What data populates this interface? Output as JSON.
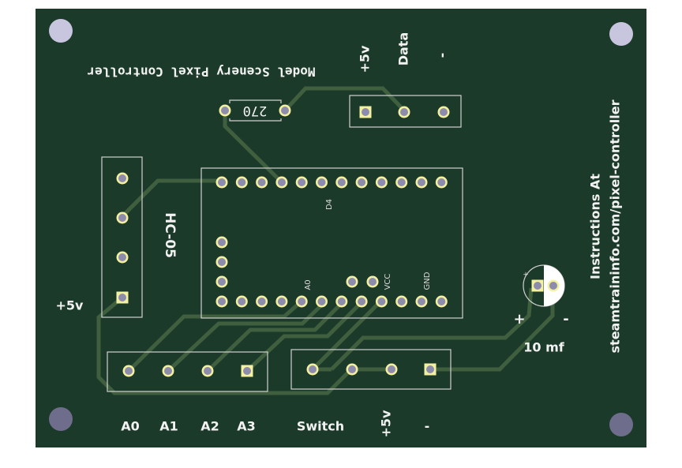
{
  "colors": {
    "board": "#1c3a2a",
    "trace": "#3f5f3f",
    "pad": "#f3f0a0",
    "drill": "#8e8cad",
    "mounting_hole_top": "#c8c6de",
    "mounting_hole_bottom": "#6f6d8c",
    "silkscreen": "#f2f2f2",
    "outline": "#d0d0d0"
  },
  "board": {
    "title": "Model Scenery Pixel Controller",
    "instructions_line1": "Instructions At",
    "instructions_line2": "steamtraininfo.com/pixel-controller"
  },
  "resistor": {
    "value": "270"
  },
  "led_header": {
    "labels": [
      "+5v",
      "Data",
      "-"
    ]
  },
  "hc05": {
    "label": "HC-05",
    "power_label": "+5v"
  },
  "nano": {
    "pin_labels": {
      "d4": "D4",
      "a0": "A0",
      "vcc": "VCC",
      "gnd": "GND"
    }
  },
  "capacitor": {
    "value": "10 mf",
    "plus": "+",
    "minus": "-",
    "polarity_mark": "+"
  },
  "analog_header": {
    "labels": [
      "A0",
      "A1",
      "A2",
      "A3"
    ]
  },
  "switch_header": {
    "labels": [
      "Switch",
      "+5v",
      "-"
    ]
  }
}
